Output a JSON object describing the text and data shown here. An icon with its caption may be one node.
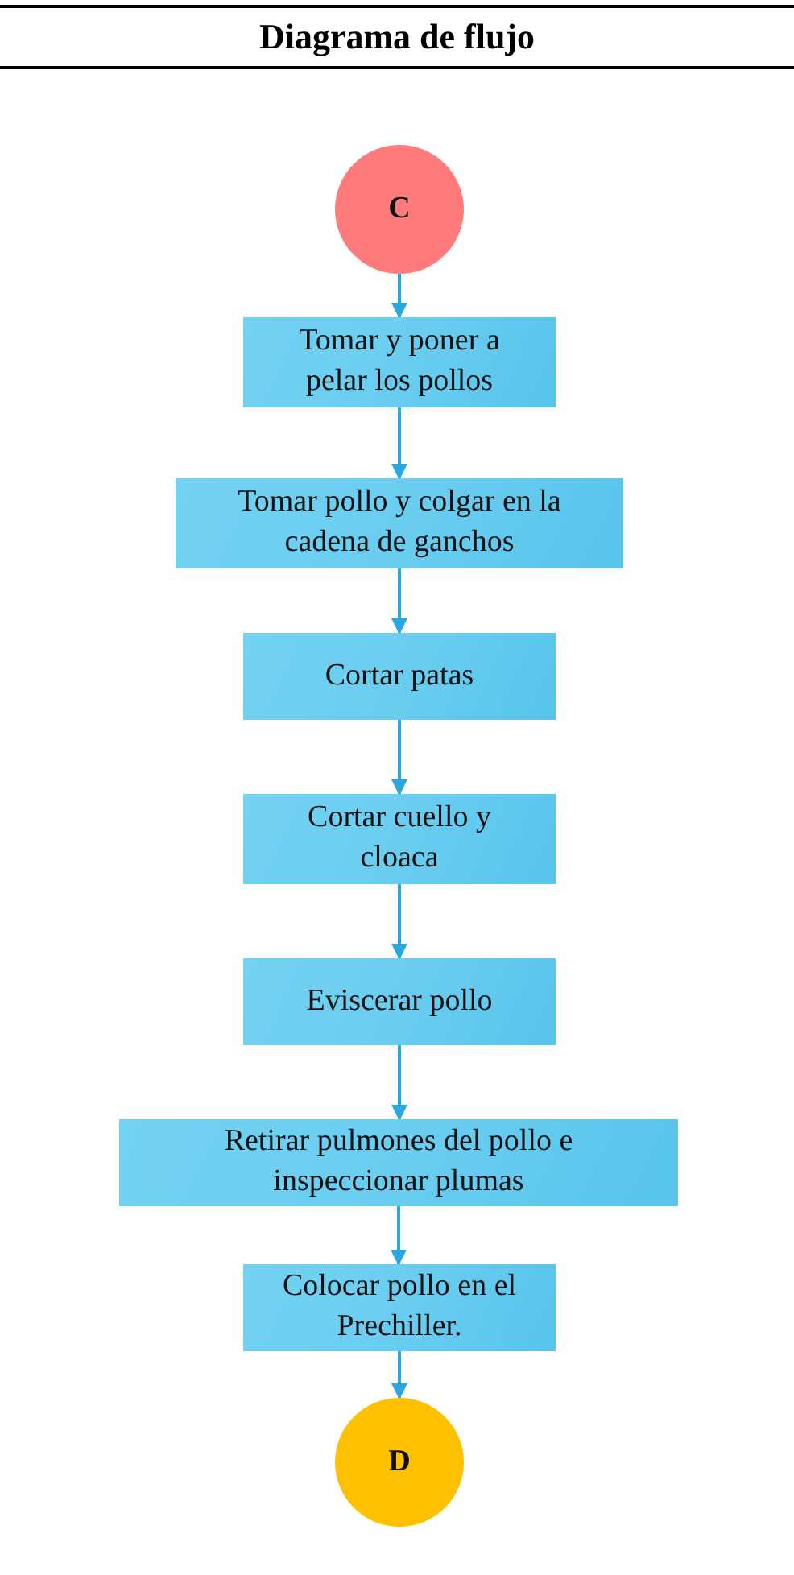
{
  "diagram": {
    "title": "Diagrama de flujo",
    "nodes": [
      {
        "text": [
          "C"
        ]
      },
      {
        "text": [
          "Tomar y poner a pelar los pollos"
        ]
      },
      {
        "text": [
          "Tomar pollo y colgar en la cadena de ganchos"
        ]
      },
      {
        "text": [
          "Cortar patas"
        ]
      },
      {
        "text": [
          "Cortar cuello y cloaca"
        ]
      },
      {
        "text": [
          "Eviscerar pollo"
        ]
      },
      {
        "text": [
          "Retirar pulmones del pollo e inspeccionar plumas"
        ]
      },
      {
        "text": [
          "Colocar pollo en el Prechiller."
        ]
      },
      {
        "text": [
          "D"
        ]
      }
    ],
    "edges": [
      {
        "from": 0,
        "to": 1,
        "arrow": "to"
      },
      {
        "from": 1,
        "to": 2,
        "arrow": "to"
      },
      {
        "from": 2,
        "to": 3,
        "arrow": "to"
      },
      {
        "from": 3,
        "to": 4,
        "arrow": "to"
      },
      {
        "from": 4,
        "to": 5,
        "arrow": "to"
      },
      {
        "from": 5,
        "to": 6,
        "arrow": "to"
      },
      {
        "from": 6,
        "to": 7,
        "arrow": "to"
      },
      {
        "from": 7,
        "to": 8,
        "arrow": "to"
      }
    ]
  }
}
